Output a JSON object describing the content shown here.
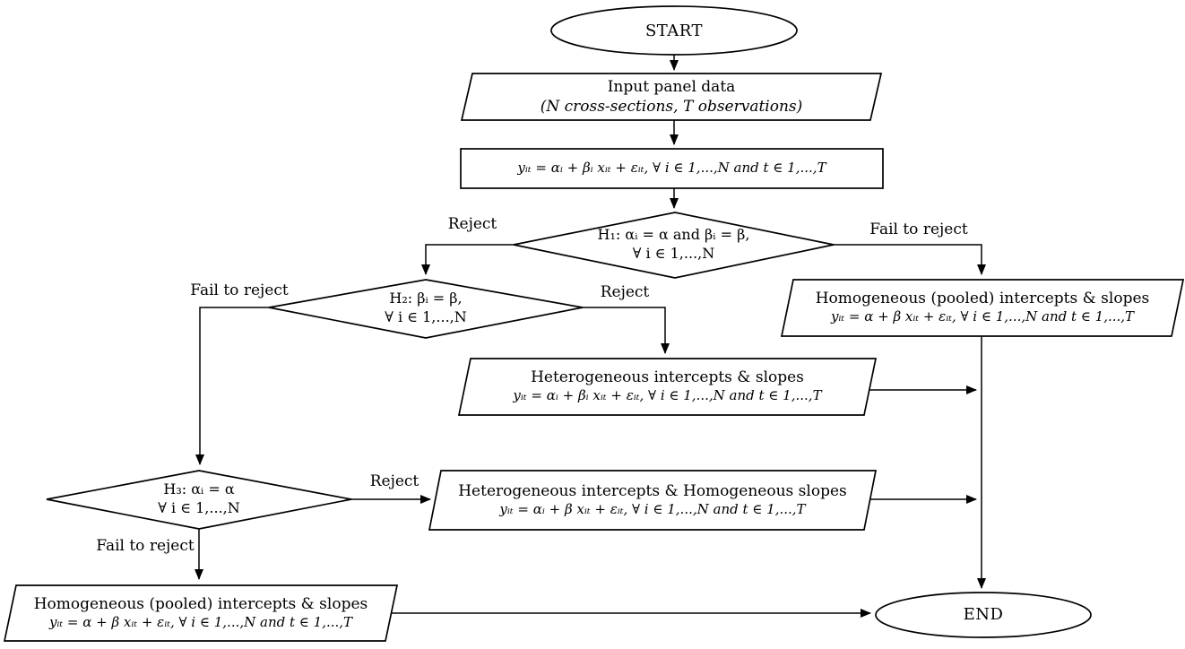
{
  "diagram": {
    "colors": {
      "stroke": "#000000",
      "background": "#ffffff",
      "text": "#000000"
    },
    "nodes": {
      "start": {
        "label": "START"
      },
      "input": {
        "line1": "Input panel data",
        "line2": "(N cross-sections, T observations)"
      },
      "model": {
        "equation": "yᵢₜ = αᵢ + βᵢ xᵢₜ + εᵢₜ, ∀ i ∈ 1,...,N and t ∈ 1,...,T"
      },
      "h1": {
        "line1": "H₁: αᵢ = α and βᵢ = β,",
        "line2": "∀ i ∈ 1,...,N"
      },
      "h2": {
        "line1": "H₂: βᵢ = β,",
        "line2": "∀ i ∈ 1,...,N"
      },
      "h3": {
        "line1": "H₃:  αᵢ = α",
        "line2": "∀ i ∈ 1,...,N"
      },
      "pooled_right": {
        "title": "Homogeneous (pooled) intercepts & slopes",
        "equation": "yᵢₜ = α + β xᵢₜ + εᵢₜ, ∀ i ∈ 1,...,N and t ∈ 1,...,T"
      },
      "heterogeneous": {
        "title": "Heterogeneous intercepts & slopes",
        "equation": "yᵢₜ = αᵢ + βᵢ xᵢₜ + εᵢₜ, ∀ i ∈ 1,...,N and t ∈ 1,...,T"
      },
      "het_homo": {
        "title": "Heterogeneous intercepts & Homogeneous slopes",
        "equation": "yᵢₜ = αᵢ + β xᵢₜ + εᵢₜ, ∀ i ∈ 1,...,N and t ∈ 1,...,T"
      },
      "pooled_bottom": {
        "title": "Homogeneous (pooled) intercepts & slopes",
        "equation": "yᵢₜ = α + β xᵢₜ + εᵢₜ, ∀ i ∈ 1,...,N and t ∈ 1,...,T"
      },
      "end": {
        "label": "END"
      }
    },
    "edge_labels": {
      "h1_reject": "Reject",
      "h1_fail": "Fail to reject",
      "h2_reject": "Reject",
      "h2_fail": "Fail to reject",
      "h3_reject": "Reject",
      "h3_fail": "Fail to reject"
    }
  }
}
